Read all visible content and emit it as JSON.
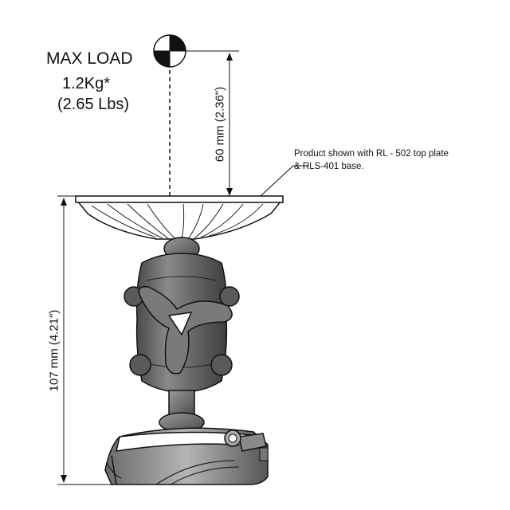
{
  "max_load": {
    "title": "MAX LOAD",
    "kg": "1.2Kg*",
    "lbs": "(2.65 Lbs)"
  },
  "dimensions": {
    "height_above_plate": "60 mm (2.36\")",
    "total_height": "107 mm (4.21\")"
  },
  "note": {
    "line1": "Product shown with RL - 502 top plate",
    "line2": "& RLS-401 base."
  },
  "colors": {
    "line": "#111111",
    "body_dark": "#555555",
    "body_light": "#9a9a9a"
  }
}
